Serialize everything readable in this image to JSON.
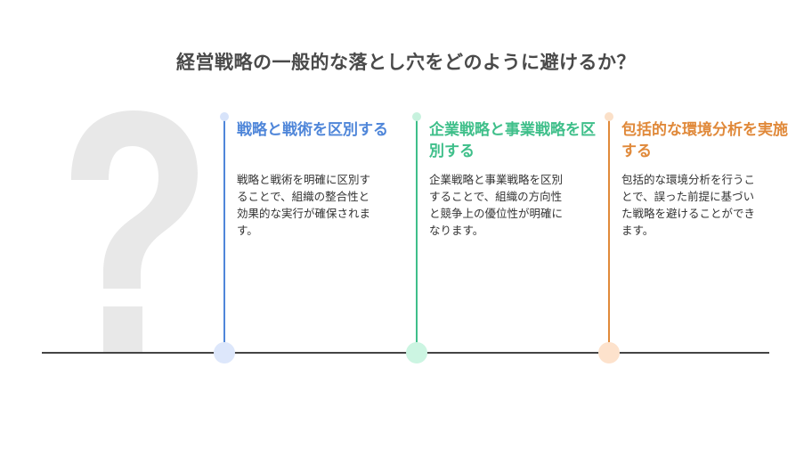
{
  "title": "経営戦略の一般的な落とし穴をどのように避けるか？",
  "icon": "question-mark-icon",
  "steps": [
    {
      "title": "戦略と戦術を区別する",
      "description": "戦略と戦術を明確に区別することで、組織の整合性と効果的な実行が確保されます。",
      "color": "#4f86d9",
      "dot_light": "#d7e3fa",
      "dot_bottom": "#dde7fb"
    },
    {
      "title": "企業戦略と事業戦略を区別する",
      "description": "企業戦略と事業戦略を区別することで、組織の方向性と競争上の優位性が明確になります。",
      "color": "#3fbf8a",
      "dot_light": "#c7f2de",
      "dot_bottom": "#ccf5e2"
    },
    {
      "title": "包括的な環境分析を実施する",
      "description": "包括的な環境分析を行うことで、誤った前提に基づいた戦略を避けることができます。",
      "color": "#e0893a",
      "dot_light": "#fbe0c8",
      "dot_bottom": "#fde2cc"
    }
  ]
}
